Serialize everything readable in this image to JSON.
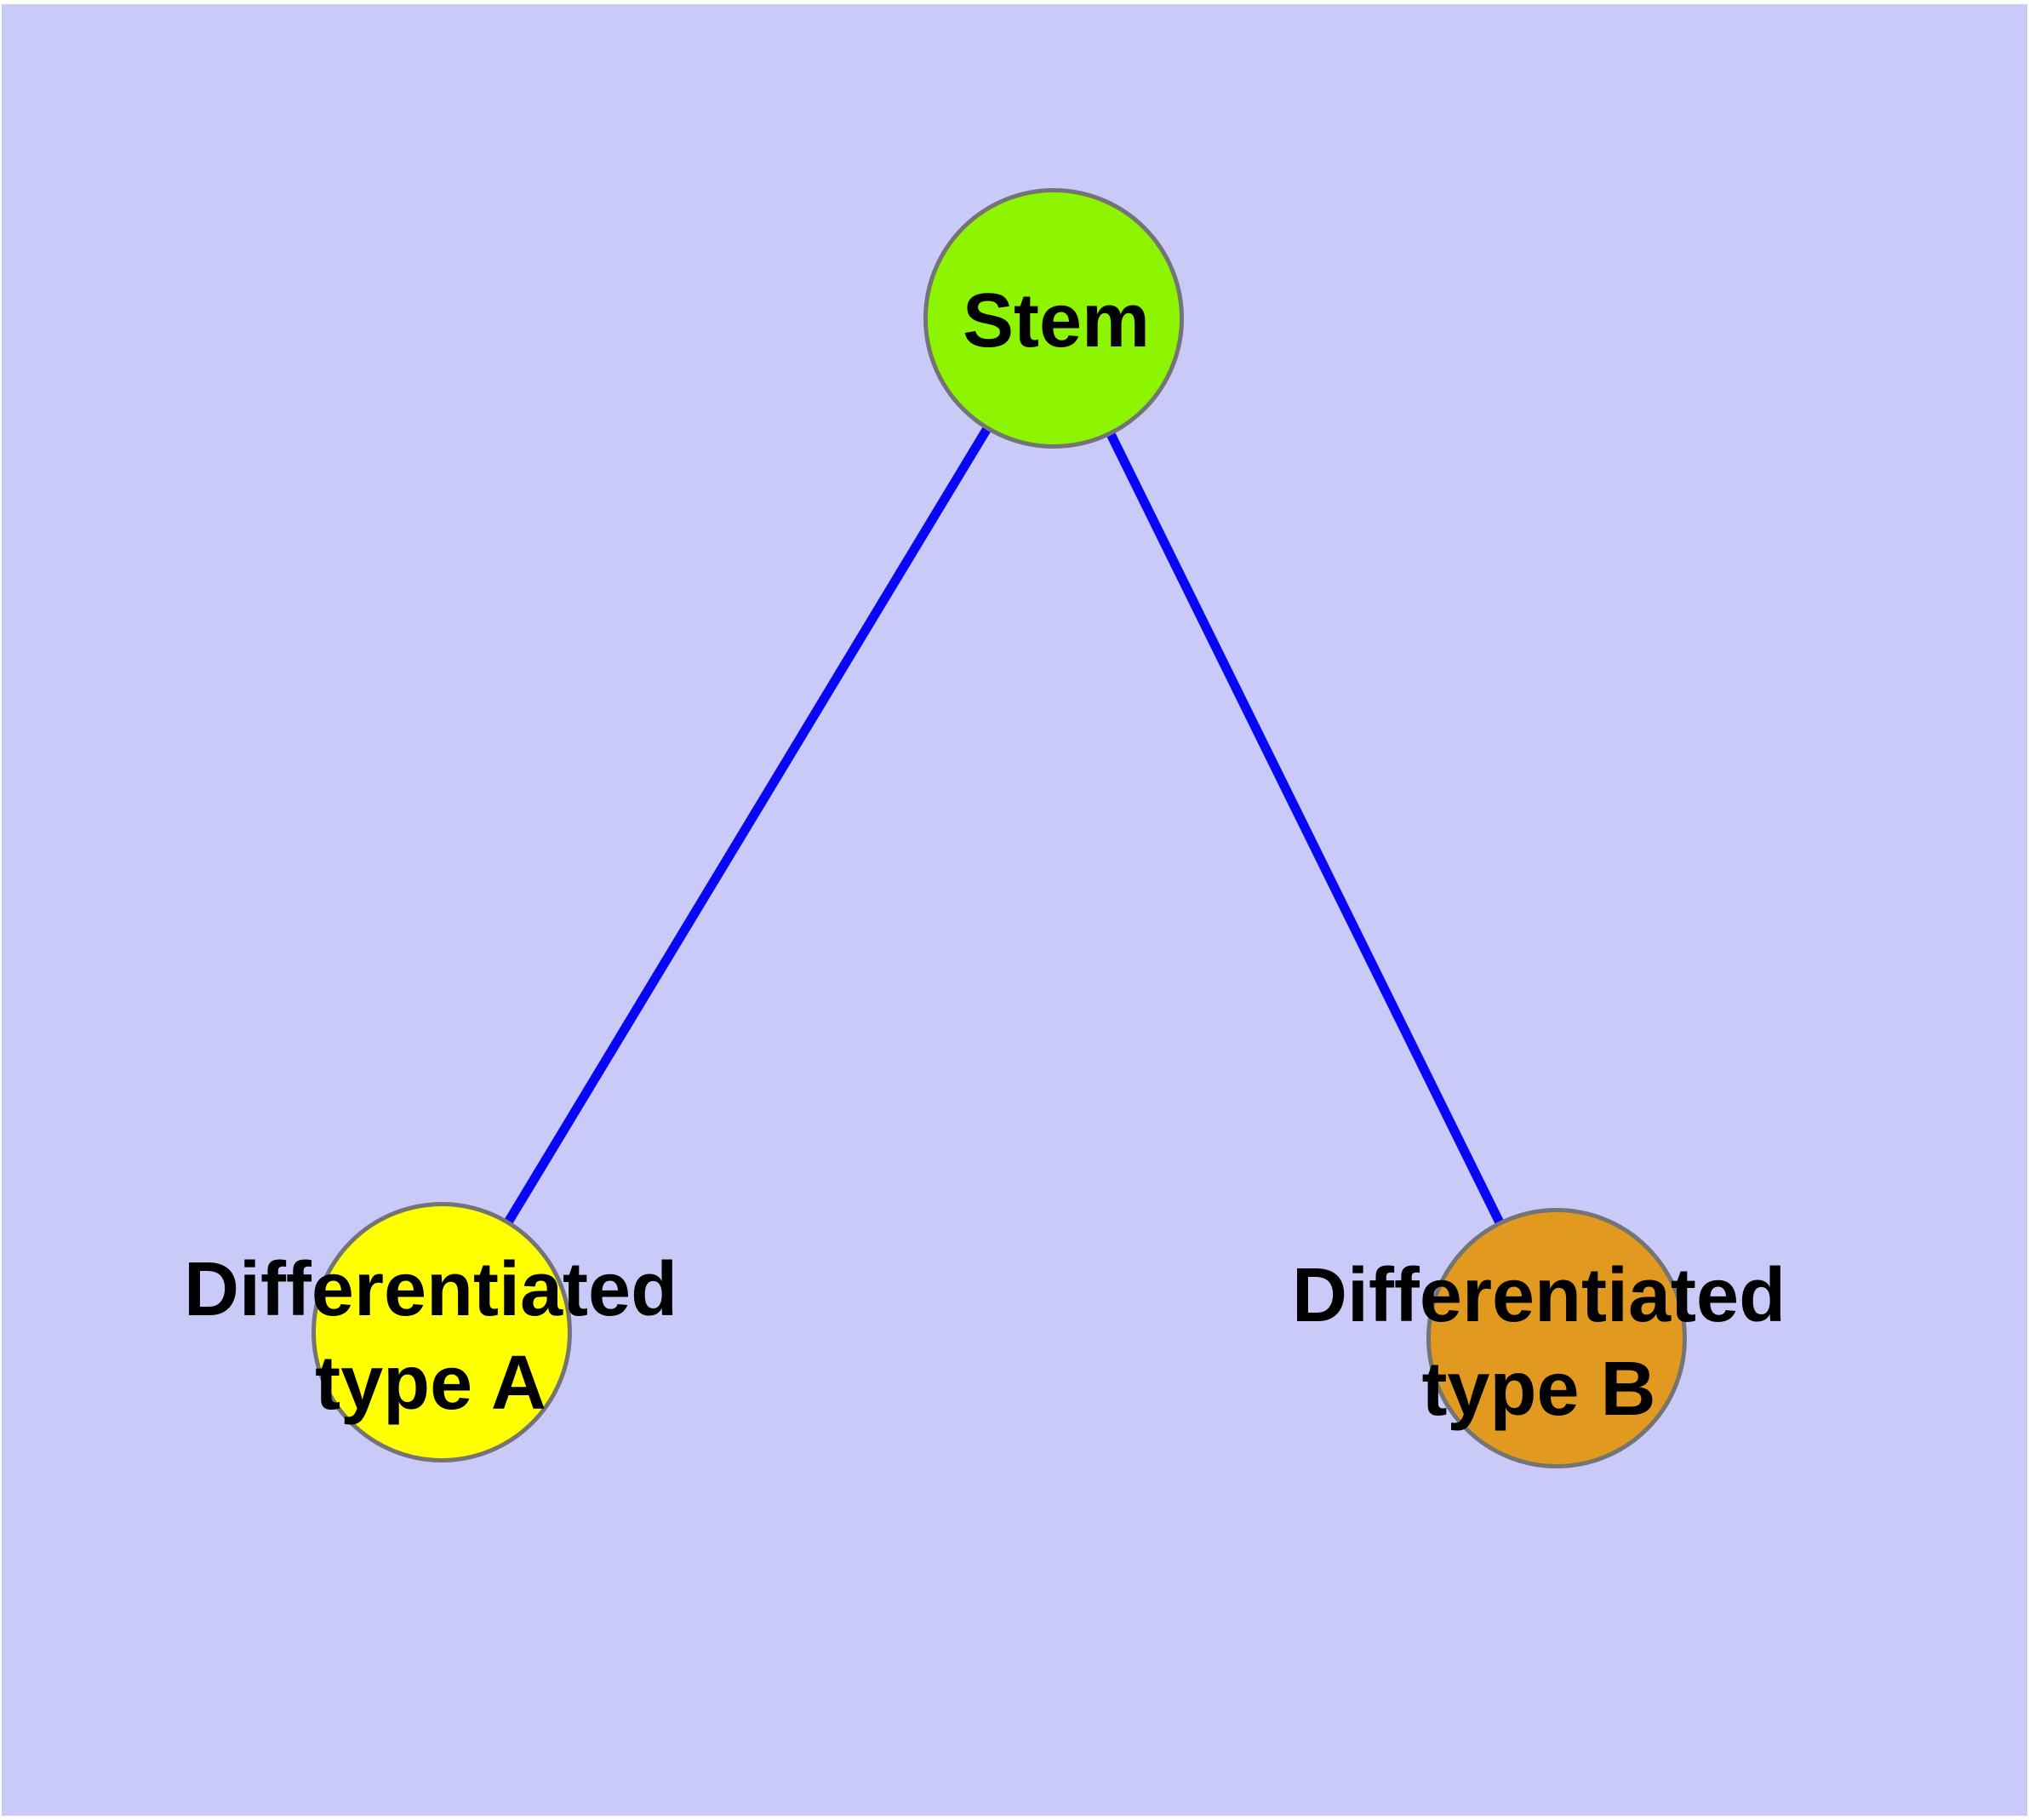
{
  "canvas": {
    "background_color": "#CACAF8",
    "frame_color": "#FFFFFF"
  },
  "graph": {
    "type": "node-link-diagram",
    "edge_color": "#0806F5",
    "node_border_color": "#747474",
    "label_color": "#000000",
    "nodes": {
      "stem": {
        "label": "Stem",
        "fill": "#8DF500"
      },
      "type_a": {
        "label_line1": "Differentiated",
        "label_line2": "type A",
        "fill": "#FFFF00"
      },
      "type_b": {
        "label_line1": "Differentiated",
        "label_line2": "type B",
        "fill": "#E2991F"
      }
    },
    "edges": [
      {
        "from": "Stem",
        "to": "Differentiated type A"
      },
      {
        "from": "Stem",
        "to": "Differentiated type B"
      }
    ]
  }
}
